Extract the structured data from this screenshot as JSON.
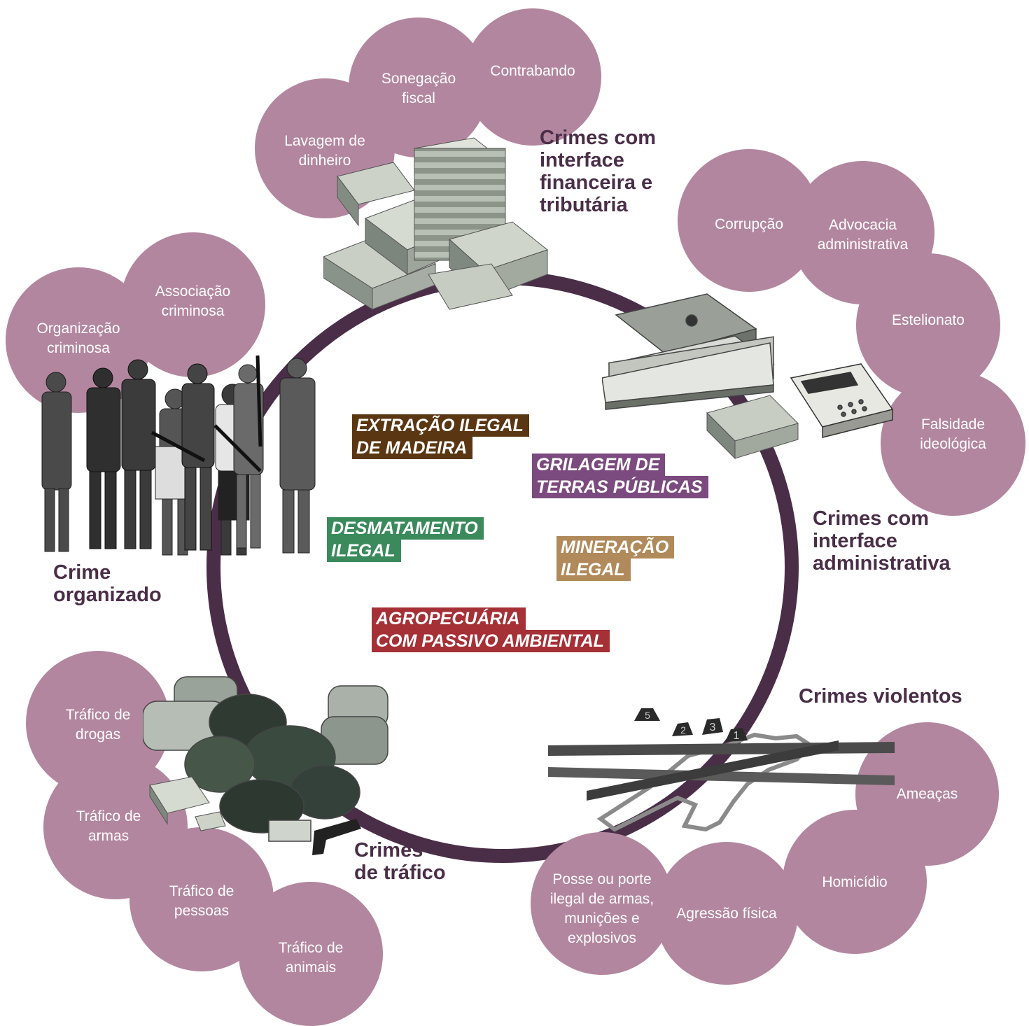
{
  "colors": {
    "bubble": "#b3869f",
    "ring": "#4a2e48",
    "title_text": "#4a2e48",
    "madeira": "#5a3612",
    "grilagem": "#7b4a7f",
    "desmatamento": "#3a8a5c",
    "mineracao": "#b08a5a",
    "agropecuaria": "#a53036"
  },
  "categories": {
    "financeira": {
      "title": [
        "Crimes com",
        "interface",
        "financeira e",
        "tributária"
      ],
      "items": [
        {
          "lines": [
            "Lavagem de",
            "dinheiro"
          ]
        },
        {
          "lines": [
            "Sonegação",
            "fiscal"
          ]
        },
        {
          "lines": [
            "Contrabando"
          ]
        }
      ]
    },
    "administrativa": {
      "title": [
        "Crimes com",
        "interface",
        "administrativa"
      ],
      "items": [
        {
          "lines": [
            "Corrupção"
          ]
        },
        {
          "lines": [
            "Advocacia",
            "administrativa"
          ]
        },
        {
          "lines": [
            "Estelionato"
          ]
        },
        {
          "lines": [
            "Falsidade",
            "ideológica"
          ]
        }
      ]
    },
    "organizado": {
      "title": [
        "Crime",
        "organizado"
      ],
      "items": [
        {
          "lines": [
            "Organização",
            "criminosa"
          ]
        },
        {
          "lines": [
            "Associação",
            "criminosa"
          ]
        }
      ]
    },
    "trafico": {
      "title": [
        "Crimes",
        "de tráfico"
      ],
      "items": [
        {
          "lines": [
            "Tráfico de",
            "drogas"
          ]
        },
        {
          "lines": [
            "Tráfico de",
            "armas"
          ]
        },
        {
          "lines": [
            "Tráfico de",
            "pessoas"
          ]
        },
        {
          "lines": [
            "Tráfico de",
            "animais"
          ]
        }
      ]
    },
    "violentos": {
      "title": [
        "Crimes violentos"
      ],
      "items": [
        {
          "lines": [
            "Ameaças"
          ]
        },
        {
          "lines": [
            "Homicídio"
          ]
        },
        {
          "lines": [
            "Agressão física"
          ]
        },
        {
          "lines": [
            "Posse ou porte",
            "ilegal de armas,",
            "munições e",
            "explosivos"
          ]
        }
      ]
    }
  },
  "activities": {
    "madeira": [
      "EXTRAÇÃO ILEGAL",
      "DE MADEIRA"
    ],
    "grilagem": [
      "GRILAGEM DE",
      "TERRAS PÚBLICAS"
    ],
    "desmatamento": [
      "DESMATAMENTO",
      "ILEGAL"
    ],
    "mineracao": [
      "MINERAÇÃO",
      "ILEGAL"
    ],
    "agropecuaria": [
      "AGROPECUÁRIA",
      "COM PASSIVO AMBIENTAL"
    ]
  },
  "crime_scene_markers": [
    "5",
    "2",
    "3",
    "1"
  ]
}
